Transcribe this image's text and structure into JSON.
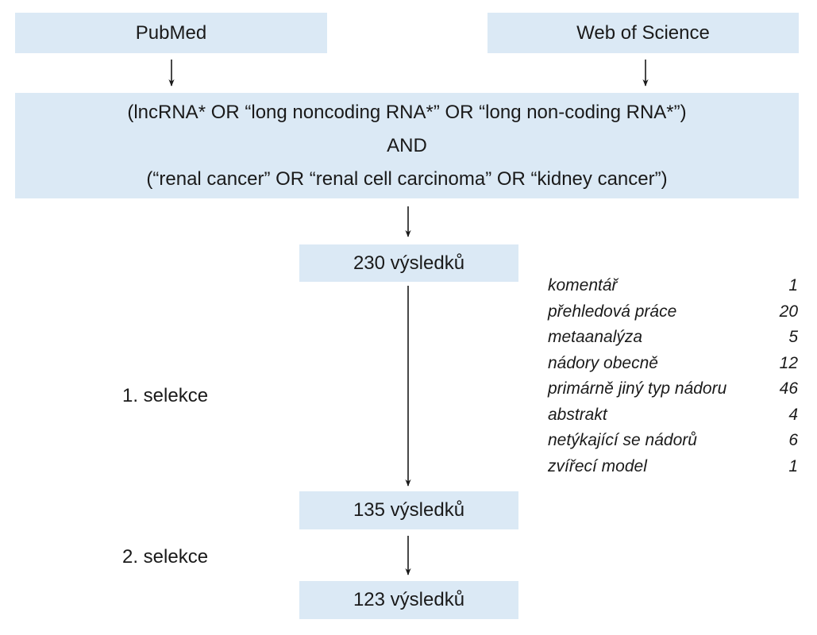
{
  "sources": {
    "pubmed": "PubMed",
    "web_of_science": "Web of Science"
  },
  "query": {
    "line1": "(lncRNA* OR “long noncoding RNA*” OR “long non-coding RNA*”)",
    "line2": "AND",
    "line3": "(“renal cancer” OR “renal cell carcinoma” OR “kidney cancer”)"
  },
  "results": {
    "initial": "230 výsledků",
    "after_selection_1": "135 výsledků",
    "after_selection_2": "123 výsledků"
  },
  "stages": {
    "selection_1": "1. selekce",
    "selection_2": "2. selekce"
  },
  "exclusions": [
    {
      "label": "komentář",
      "count": "1"
    },
    {
      "label": "přehledová práce",
      "count": "20"
    },
    {
      "label": "metaanalýza",
      "count": "5"
    },
    {
      "label": "nádory obecně",
      "count": "12"
    },
    {
      "label": "primárně jiný typ nádoru",
      "count": "46"
    },
    {
      "label": "abstrakt",
      "count": "4"
    },
    {
      "label": "netýkající se nádorů",
      "count": "6"
    },
    {
      "label": "zvířecí model",
      "count": "1"
    }
  ]
}
